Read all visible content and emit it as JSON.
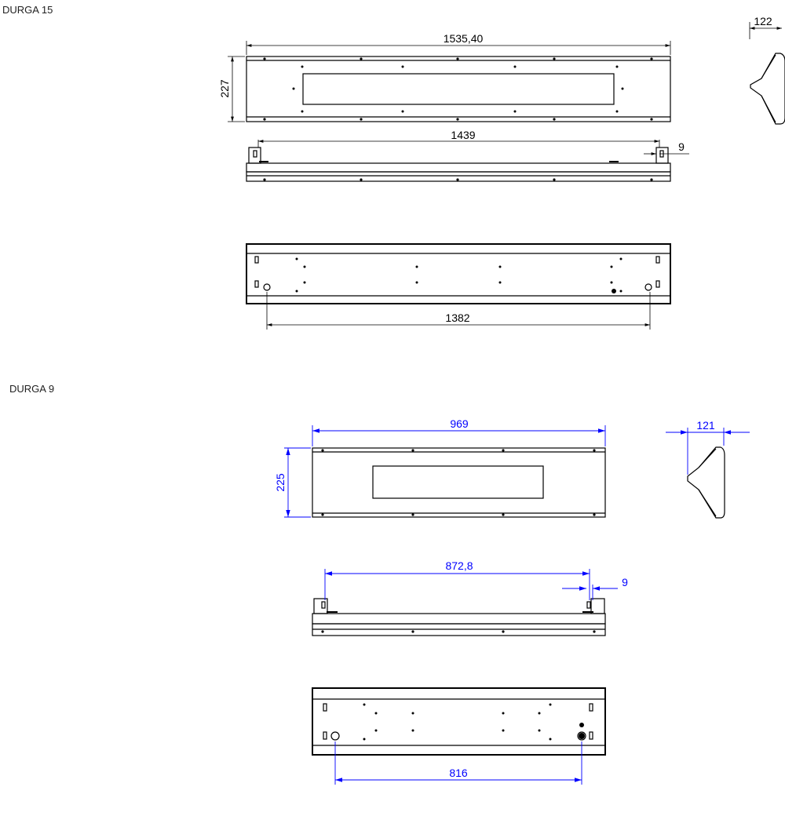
{
  "sections": [
    {
      "title": "DURGA 15",
      "dims": {
        "front_length": "1535,40",
        "front_height": "227",
        "side_depth": "122",
        "mount_length": "1439",
        "mount_offset": "9",
        "back_length": "1382"
      }
    },
    {
      "title": "DURGA 9",
      "dims": {
        "front_length": "969",
        "front_height": "225",
        "side_depth": "121",
        "mount_length": "872,8",
        "mount_offset": "9",
        "back_length": "816"
      }
    }
  ],
  "colors": {
    "outline": "#000000",
    "dim_top": "#000000",
    "dim_bottom": "#0000ff"
  }
}
